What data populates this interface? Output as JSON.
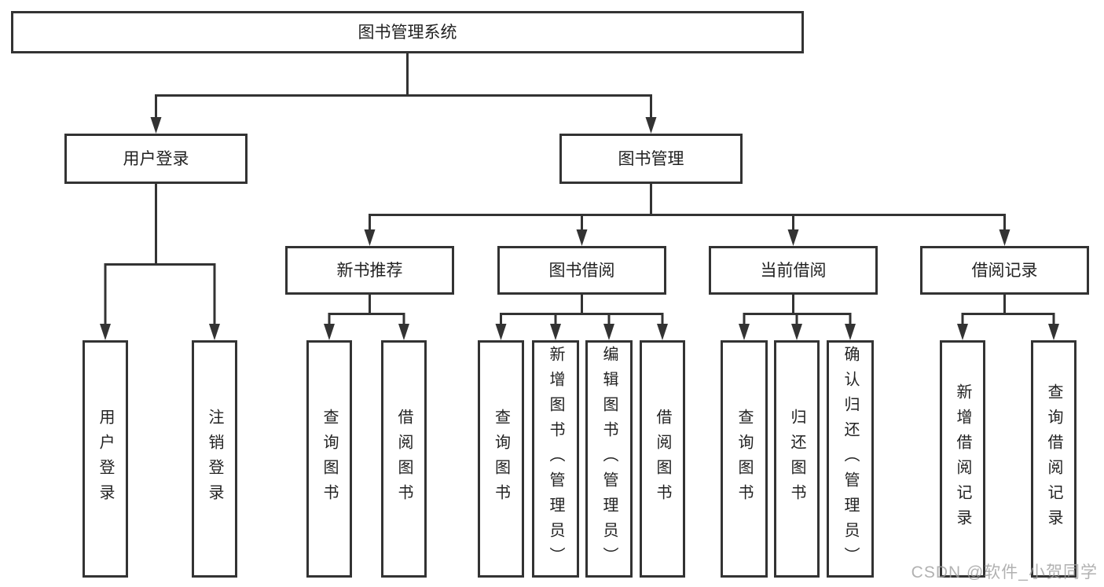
{
  "colors": {
    "line": "#333333",
    "text": "#222222",
    "background": "#ffffff",
    "watermark_color": "#9e9e9e"
  },
  "nodes": {
    "root": "图书管理系统",
    "l2": [
      "用户登录",
      "图书管理"
    ],
    "l3": [
      "新书推荐",
      "图书借阅",
      "当前借阅",
      "借阅记录"
    ],
    "leaves_user": [
      "用户登录",
      "注销登录"
    ],
    "leaves_newbook": [
      "查询图书",
      "借阅图书"
    ],
    "leaves_borrow": [
      "查询图书",
      "新增图书（管理员）",
      "编辑图书（管理员）",
      "借阅图书"
    ],
    "leaves_current": [
      "查询图书",
      "归还图书",
      "确认归还（管理员）"
    ],
    "leaves_record": [
      "新增借阅记录",
      "查询借阅记录"
    ]
  },
  "watermark": "CSDN @软件_小贺同学"
}
